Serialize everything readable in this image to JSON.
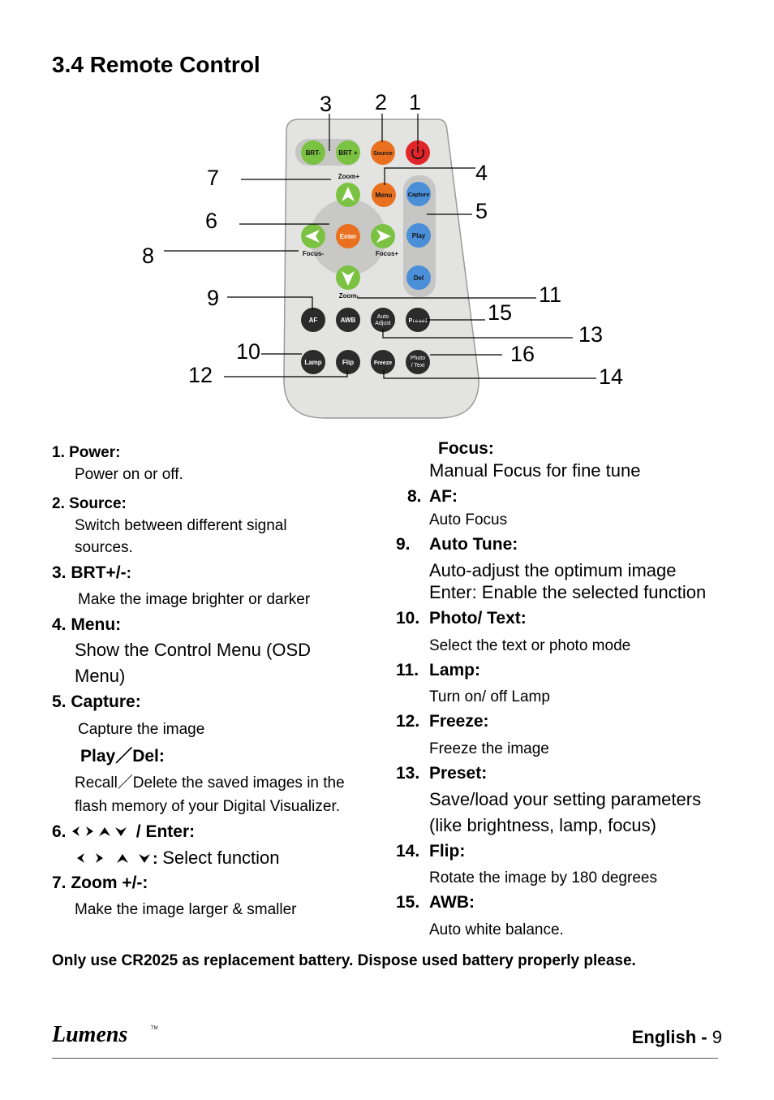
{
  "section_title": "3.4  Remote Control",
  "remote": {
    "buttons": {
      "brt_minus": "BRT-",
      "brt_plus": "BRT +",
      "source": "Source",
      "menu": "Menu",
      "capture": "Capture",
      "zoom_plus": "Zoom+",
      "zoom_minus": "Zoom-",
      "enter": "Enter",
      "focus_minus": "Focus-",
      "focus_plus": "Focus+",
      "play": "Play",
      "del": "Del",
      "af": "AF",
      "awb": "AWB",
      "auto_adjust_1": "Auto",
      "auto_adjust_2": "Adjust",
      "preset": "Preset",
      "lamp": "Lamp",
      "flip": "Flip",
      "freeze": "Freeze",
      "photo_text_1": "Photo",
      "photo_text_2": "/ Text"
    },
    "callouts": [
      "1",
      "2",
      "3",
      "4",
      "5",
      "6",
      "7",
      "8",
      "9",
      "10",
      "11",
      "12",
      "13",
      "14",
      "15",
      "16"
    ]
  },
  "left_items": {
    "i1_head": "1.  Power:",
    "i1_desc": "Power on or off.",
    "i2_head": "2.  Source:",
    "i2_desc1": "Switch between different signal",
    "i2_desc2": "sources.",
    "i3_head": "3. BRT+/-",
    "i3_colon": ":",
    "i3_desc": "Make the image brighter or darker",
    "i4_head": "4. Menu:",
    "i4_desc1": "Show the Control Menu (OSD",
    "i4_desc2": "Menu)",
    "i5_head": "5. Capture:",
    "i5_desc": "Capture the image",
    "i5b_head": "Play／Del:",
    "i5b_desc1": "Recall／Delete the saved images in the",
    "i5b_desc2": "flash memory of your Digital Visualizer.",
    "i6_head_prefix": "6.",
    "i6_head_suffix": " / Enter:",
    "i6_desc_suffix": ": ",
    "i6_desc_text": "Select function",
    "i7_head": "7. Zoom +/-:",
    "i7_desc": "Make the image larger & smaller"
  },
  "right_items": {
    "focus_head": "Focus:",
    "focus_desc": "Manual Focus for fine tune",
    "i8_num": "8.",
    "i8_head": "AF:",
    "i8_desc": "Auto Focus",
    "i9_num": "9.",
    "i9_head": "Auto Tune:",
    "i9_desc1": "Auto-adjust the optimum image",
    "i9_desc2": "Enter: Enable the selected function",
    "i10_num": "10.",
    "i10_head": "Photo/ Text:",
    "i10_desc": "Select the text or photo mode",
    "i11_num": "11.",
    "i11_head": "Lamp:",
    "i11_desc": "Turn on/ off Lamp",
    "i12_num": "12.",
    "i12_head": "Freeze:",
    "i12_desc": "Freeze the image",
    "i13_num": "13.",
    "i13_head": "Preset:",
    "i13_desc1": "Save/load your setting parameters",
    "i13_desc2": "(like brightness, lamp, focus)",
    "i14_num": "14.",
    "i14_head": "Flip:",
    "i14_desc": "Rotate the image by 180 degrees",
    "i15_num": "15.",
    "i15_head": "AWB:",
    "i15_desc": "Auto white balance."
  },
  "battery_note": "Only use CR2025 as replacement battery. Dispose used battery properly please.",
  "footer": {
    "logo": "Lumens",
    "logo_tm": "TM",
    "language": "English",
    "dash": " - ",
    "page": "9"
  },
  "colors": {
    "green": "#7cc242",
    "orange": "#e8701e",
    "red": "#e0262b",
    "blue": "#4a8fd8",
    "dark": "#2b2b2b",
    "remote_body": "#e3e3e1"
  }
}
